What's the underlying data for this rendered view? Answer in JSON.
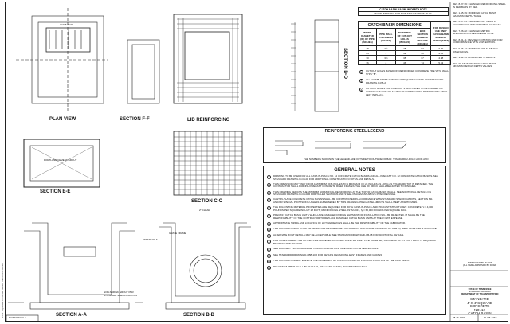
{
  "side_strip": "4-X-4' SQUARE CONCRETE NO. 12 CATCH BASIN",
  "views": {
    "plan": "PLAN VIEW",
    "section_f": "SECTION F-F",
    "lid": "LID REINFORCING",
    "section_dd": "SECTION D-D",
    "section_ee": "SECTION E-E",
    "section_cc": "SECTION C-C",
    "section_aa": "SECTION A-A",
    "section_bb": "SECTION B-B"
  },
  "callouts": {
    "curb_iron": "CURB IRON",
    "portland": "PORTLAND CEMENT GROUT",
    "clear": "2\" CLEAR",
    "weep": "WEEP HOLE",
    "grate": "GRATE FRAME",
    "not_to_scale": "NOT TO SCALE",
    "gravel": "NON-SHRINK GROUT PER STANDARD SPECIFICATIONS"
  },
  "depth_note": {
    "title": "CATCH BASIN MAXIMUM DEPTH NOTE",
    "text": "MAXIMUM DEPTH FOR THIS STRUCTURE IS 25.00'."
  },
  "dimensions_table": {
    "title": "CATCH BASIN DIMENSIONS",
    "headers": [
      "INSIDE DIAMETER (ID) OF PIPE (INCHES)",
      "PIPE WALL THICKNESS (INCHES)",
      "DIAMETER OF CUT-OUT HOLES (INCHES)",
      "BOX SECTION MINIMUM HEIGHTS (INCHES)",
      "FOR DESIGN USE ONLY CATCH BASIN MINIMUM DEPTH (FEET)"
    ],
    "rows": [
      [
        "18",
        "2½",
        "28",
        "53",
        "3.90"
      ],
      [
        "24",
        "3",
        "32",
        "60",
        "4.45"
      ],
      [
        "30",
        "3½",
        "38",
        "67",
        "4.88"
      ],
      [
        "36",
        "4",
        "46",
        "74",
        "5.53"
      ]
    ]
  },
  "table_notes": [
    "CUT-OUT HOLES BASED ON REINFORCED CONCRETE PIPE WITH WALL TYPE \"B\".",
    "ALL FLEXIBLE PIPE MATERIALS REQUIRE GASKET. SEE STANDARD DRAWING D-PB-2.",
    "CUT-OUT HOLES FOR PRECAST STRUCTURES TO BE FORMED OR CORED. CUT-OUT HOLES MAY BE FORMED WITH REINFORCING STEEL LEFT IN PLACE."
  ],
  "legend": {
    "title": "REINFORCING STEEL LEGEND",
    "note": "THE NUMBERS SHOWN IN THE LEGEND ARE OUTSIDE-TO-OUTSIDE OF BAR. STANDARD 2-FOLD HOOK AND TIE DETAILS SHALL APPLY EXCEPT AS NOTED."
  },
  "general_notes": {
    "title": "GENERAL NOTES",
    "items": [
      "DRAWING TO BE USED FOR ALL CAST-IN-PLACE NO. 12 CONCRETE CATCH BASINS AND ALL PRECAST NO. 12 CONCRETE CATCH BASINS. SEE STANDARD DRAWING D-CB-08 FOR ADDITIONAL CONSTRUCTION NOTES AND DETAILS.",
      "THIS DIMENSION MAY VARY FROM A MINIMUM OF 6 INCHES TO A MAXIMUM OF 24 INCHES AS LONG AS STANDARD TOP IS RETAINED. THE CONTRACTOR SHALL FURNISH PRECAST CONCRETE RISER FRAMES. THE USE OF BRICK SHALL BE LIMITED TO 6 INCHES.",
      "THIS DRAWING DEPICTS THE MINIMUM HORIZONTAL REINFORCING AT THE TOP OF CATCH BASIN WALLS. SEE ADDITIONAL DETAILS ON STANDARD DRAWING D-CB-08R FOR TALLER SECTIONS AND STEEL PLACEMENT ABOVE PIPE OPENINGS.",
      "CAST-IN-PLACE CONCRETE CATCH BASINS SHALL BE CONSTRUCTED IN ACCORDANCE WITH STANDARD SPECIFICATIONS, SECTION 611 AND/OR SPECIAL PROVISIONS UNLESS SUPERSEDED BY THIS DRAWING. PRECAST ELEMENTS SHALL MEET AASHTO M199.",
      "THE FOLLOWING MATERIAL PROPERTIES ARE REQUIRED FOR BOTH CAST-IN-PLACE AND PRECAST STRUCTURES: CONCRETE f'c = 4,000 POUNDS PER SQUARE INCH AT 28 DAYS; REINFORCING STEEL ASTM A615, fy = 60,000 POUNDS PER SQUARE INCH.",
      "PRECAST CATCH BASIN UNITS WHICH ARE DAMAGED DURING SHIPMENT OR INSTALLATION WILL BE REJECTED. IT SHALL BE THE RESPONSIBILITY OF THE CONTRACTOR TO REPLACE DAMAGED CATCH BASIN UNITS AT THEIR OWN EXPENSE.",
      "APPROPRIATE SIZING AND LOCATION OF LIFTING DEVICES SHALL BE THE RESPONSIBILITY OF THE FABRICATOR.",
      "THE CONTRACTOR IS TO PATCH ALL LIFTING DEVICE HOLES WITH GROUT AND PLACE A MINIMUM OF ONE (1) WEEP HOLE PER STRUCTURE.",
      "ALTERNATE JOINT DETAILS MAY BE ACCEPTABLE. SEE STANDARD DRAWING D-CB-08 FOR ADDITIONAL DETAILS.",
      "FOR CASES WHERE THE OUTLET PIPE DIAMETER BY CONDITIONS THE INLET PIPE DIAMETER, A MINIMUM OF 0.1 FOOT DROP IS REQUIRED BETWEEN PIPE INVERTS.",
      "SEE ROADWAY PLANS DRAINAGE TABULATION FOR PIPE INLET AND OUTLET ELEVATIONS.",
      "SEE STANDARD DRAWING D-CBB-10R FOR DETAILS REGARDING EASY FRAMES AND GRATES.",
      "THE CONTRACTOR MAY ELEVATE THE INCREMENT BY CONDITIONING THE VERTICAL LOCATION OF THE CAST BARS.",
      "PAY ITEM NUMBER SHALL BE 611-12.01, 4'X4' CATCH BASIN, PAY ITEM PER EACH."
    ]
  },
  "revisions": [
    "REV. 8-27-96: CHANGED REINFORCING STEEL IN RED BARS BY RED.",
    "REV. 1-15-99: MODIFIED CATCH BASIN MAXIMUM DEPTH TABLE.",
    "REV. 6-07-01: CHANGED PAY ITEMS IN ACCORDANCE WITH DRAWING CHANGES.",
    "REV. 7-26-02: CHANGED METRIC SPECIFICATION REFERENCE NOTE.",
    "REV. 8-01-11: REVISED NOTATION AND FOR CONFORMANCE WITH 2015 EDITION.",
    "REV. 9-26-13: MODIFIED TOP SLAB AND DIMENSIONS.",
    "REV. 3-11-14: ELIMINATED STIRRUPS.",
    "REV. 08-15-16: REVISED CATCH BASIN MINIMUM DESIGN DEPTH VALUES."
  ],
  "title_block": {
    "approved": "APPROVED BY FHWA",
    "approved_note": "(ALL ITEMS APPROVED BY FHWA)",
    "state": "STATE OF TENNESSEE",
    "dept": "DEPARTMENT OF TRANSPORTATION",
    "stamp": "STANDARD DRAWING",
    "title": [
      "STANDARD",
      "4' X 4' SQUARE",
      "CONCRETE",
      "NO. 12",
      "CATCH BASIN"
    ],
    "date": "08-26-1992",
    "number": "D-CB-12SS"
  }
}
